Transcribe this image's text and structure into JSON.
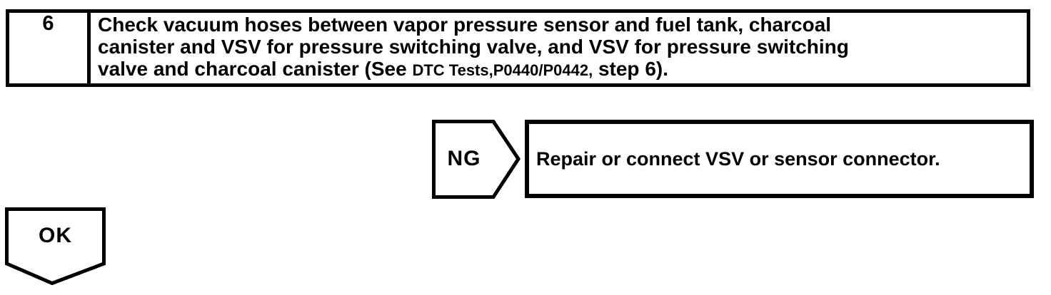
{
  "page": {
    "background_color": "#ffffff",
    "ink_color": "#000000",
    "kind": "diagnostic-flowchart-scan"
  },
  "step": {
    "number": "6",
    "lines": [
      "Check vacuum hoses between vapor pressure sensor and fuel tank, charcoal",
      "canister and VSV for pressure switching valve, and VSV for pressure switching"
    ],
    "line3_prefix": "valve and charcoal canister (See ",
    "line3_ref": "DTC Tests,P0440/P0442,",
    "line3_suffix": " step 6)."
  },
  "flow": {
    "ng_label": "NG",
    "ng_action": "Repair or connect VSV or sensor connector.",
    "ok_label": "OK"
  }
}
